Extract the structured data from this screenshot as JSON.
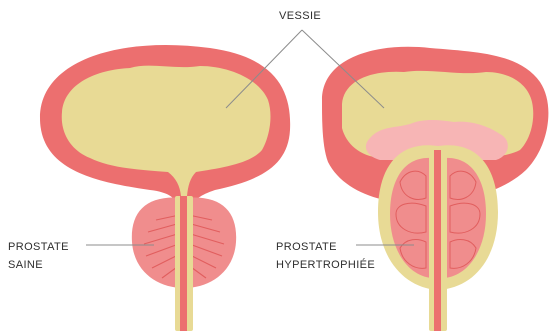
{
  "labels": {
    "bladder": "VESSIE",
    "healthy": [
      "PROSTATE",
      "SAINE"
    ],
    "enlarged": [
      "PROSTATE",
      "HYPERTROPHIÉE"
    ]
  },
  "colors": {
    "wall": "#ec6f6f",
    "wall_light": "#f5a3a3",
    "urine": "#e8da95",
    "tissue": "#f08d8d",
    "tissue_light": "#f7b5b5",
    "leader": "#8c8c8c"
  }
}
